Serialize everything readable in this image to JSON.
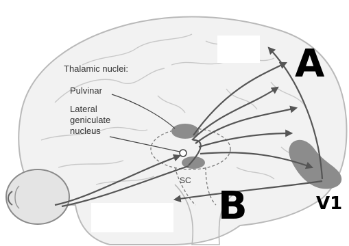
{
  "labels": {
    "thalamic": "Thalamic nuclei:",
    "pulvinar": "Pulvinar",
    "lgn": [
      "Lateral",
      "geniculate",
      "nucleus"
    ],
    "sc": "SC",
    "a": "A",
    "b": "B",
    "v1": "V1"
  },
  "colors": {
    "brain_fill": "#f2f2f2",
    "brain_outline": "#b9b9b9",
    "pathway": "#555555",
    "region": "#8c8c8c"
  }
}
